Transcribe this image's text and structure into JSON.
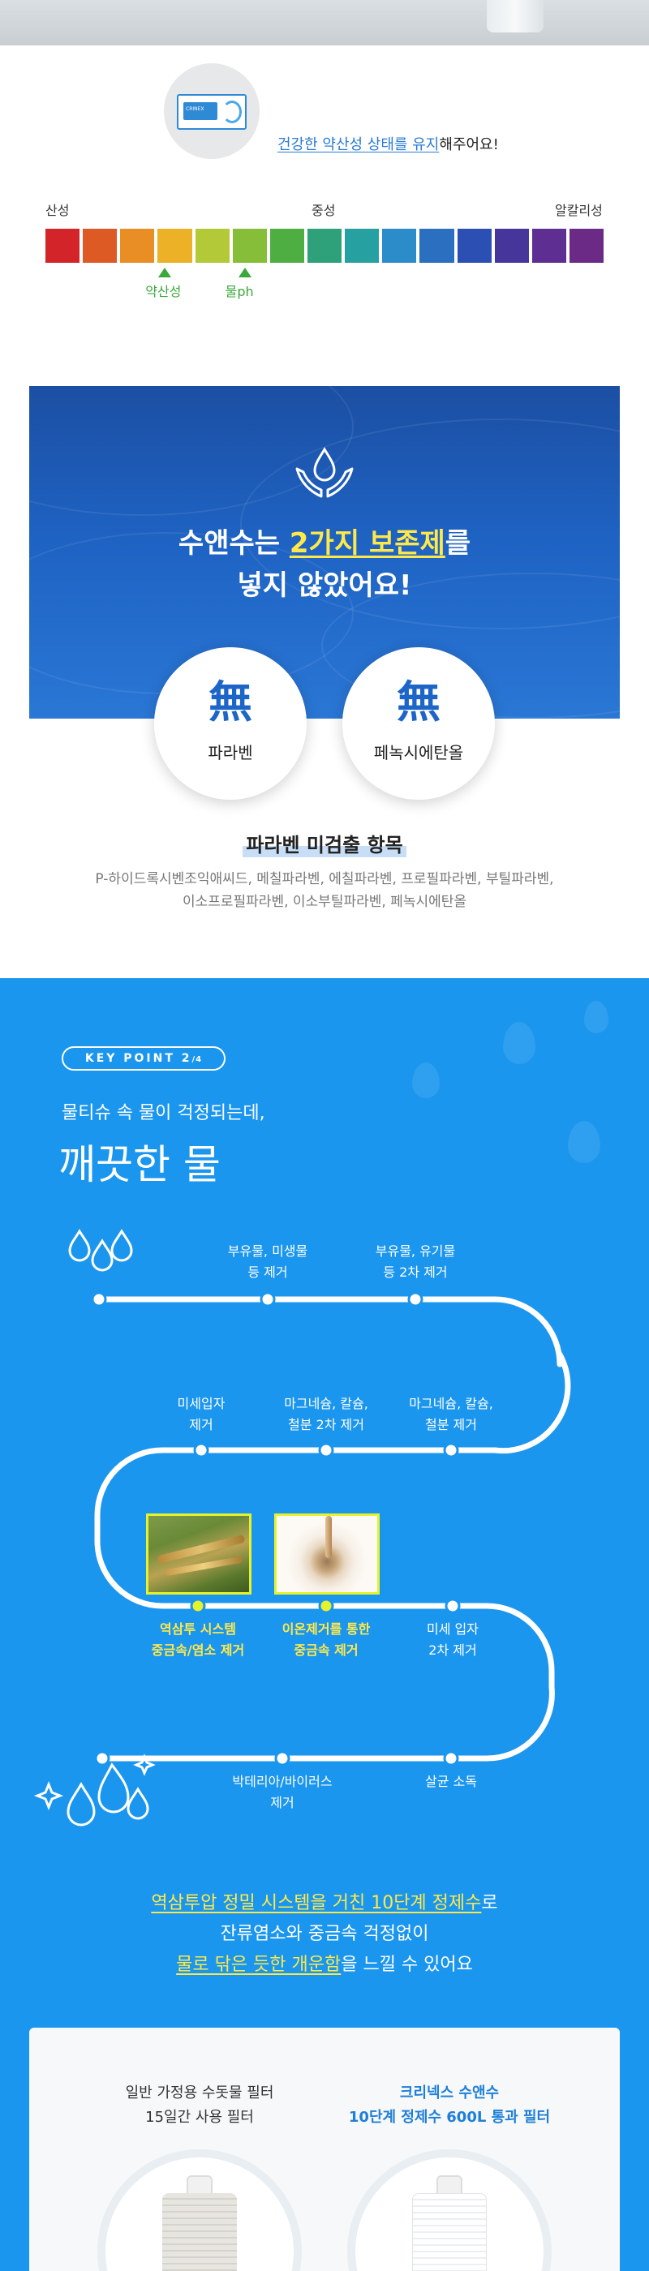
{
  "ph": {
    "headline_highlight": "건강한 약산성 상태를 유지",
    "headline_rest": "해주어요!",
    "label_acid": "산성",
    "label_neutral": "중성",
    "label_alkaline": "알칼리성",
    "scale_colors": [
      "#d3242a",
      "#dd5a25",
      "#e98e25",
      "#edb128",
      "#b4c938",
      "#86be3a",
      "#4fae41",
      "#2ea07a",
      "#27a0a2",
      "#2c8bc9",
      "#2a6fc0",
      "#2b4fb2",
      "#46369c",
      "#5f2e92",
      "#6a2a86"
    ],
    "marker_weak_acid": "약산성",
    "marker_weak_acid_position": 0.214,
    "marker_water": "물ph",
    "marker_water_position": 0.357,
    "marker_color": "#3aa83a",
    "badge_text": "CRINEX"
  },
  "preservative": {
    "title_pre": "수앤수는 ",
    "title_highlight": "2가지 보존제",
    "title_post": "를",
    "title_line2": "넣지 않았어요!",
    "items": [
      {
        "symbol": "無",
        "name": "파라벤"
      },
      {
        "symbol": "無",
        "name": "페녹시에탄올"
      }
    ],
    "list_title": "파라벤 미검출 항목",
    "list_line1": "P-하이드록시벤조익애씨드, 메칠파라벤, 에칠파라벤, 프로필파라벤, 부틸파라벤,",
    "list_line2": "이소프로필파라벤, 이소부틸파라벤, 페녹시에탄올"
  },
  "keypoint": {
    "badge": "KEY POINT 2",
    "badge_fraction": "/4",
    "subtitle": "물티슈 속 물이 걱정되는데,",
    "title": "깨끗한 물",
    "steps": [
      {
        "l1": "부유물, 미생물",
        "l2": "등 제거"
      },
      {
        "l1": "부유물, 유기물",
        "l2": "등 2차 제거"
      },
      {
        "l1": "미세입자",
        "l2": "제거"
      },
      {
        "l1": "마그네슘, 칼슘,",
        "l2": "철분 2차 제거"
      },
      {
        "l1": "마그네슘, 칼슘,",
        "l2": "철분 제거"
      },
      {
        "l1": "역삼투 시스템",
        "l2": "중금속/염소 제거"
      },
      {
        "l1": "이온제거를 통한",
        "l2": "중금속 제거"
      },
      {
        "l1": "미세 입자",
        "l2": "2차 제거"
      },
      {
        "l1": "박테리아/바이러스",
        "l2": "제거"
      },
      {
        "l1": "살균 소독",
        "l2": ""
      }
    ],
    "result_line1_highlight": "역삼투압 정밀 시스템을 거친 10단계 정제수",
    "result_line1_rest": "로",
    "result_line2": "잔류염소와 중금속 걱정없이",
    "result_line3_highlight": "물로 닦은 듯한 개운함",
    "result_line3_rest": "을 느낄 수 있어요"
  },
  "comparison": {
    "left_l1": "일반 가정용 수돗물 필터",
    "left_l2": "15일간 사용 필터",
    "right_l1": "크리넥스 수앤수",
    "right_l2": "10단계 정제수 600L 통과 필터"
  }
}
